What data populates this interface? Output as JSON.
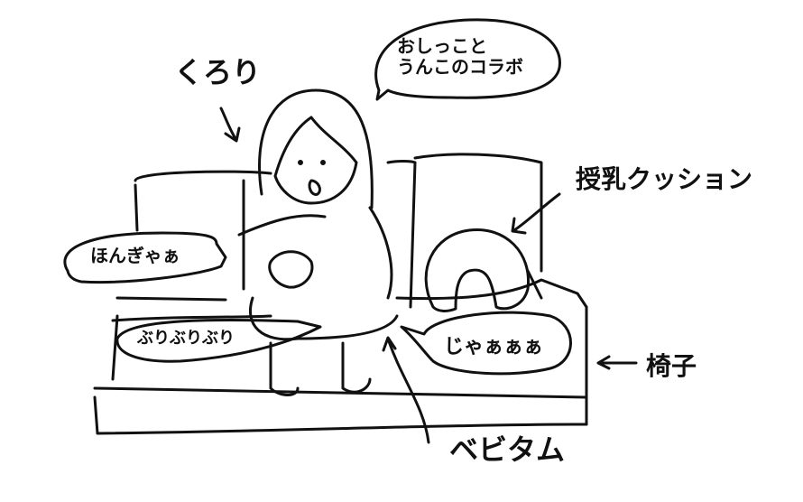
{
  "labels": {
    "character": "くろり",
    "speech_top_line1": "おしっこと",
    "speech_top_line2": "うんこのコラボ",
    "cushion": "授乳クッション",
    "baby_cry": "ほんぎゃぁ",
    "poop_sound": "ぶりぶりぶり",
    "pee_sound": "じゃぁぁぁ",
    "chair": "椅子",
    "bebitum": "ベビタム"
  },
  "colors": {
    "ink": "#111111",
    "background": "#ffffff"
  }
}
